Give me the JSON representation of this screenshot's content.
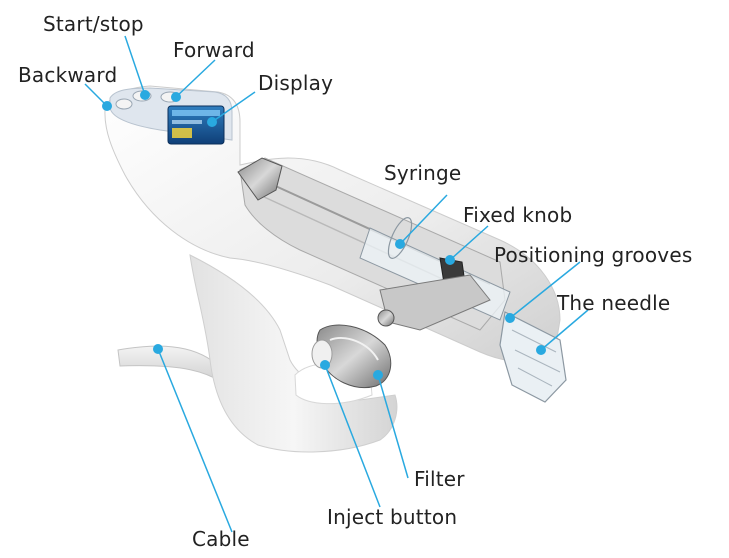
{
  "labels": {
    "start_stop": "Start/stop",
    "forward": "Forward",
    "backward": "Backward",
    "display": "Display",
    "syringe": "Syringe",
    "fixed_knob": "Fixed knob",
    "positioning_grooves": "Positioning grooves",
    "the_needle": "The needle",
    "filter": "Filter",
    "inject_button": "Inject button",
    "cable": "Cable"
  },
  "colors": {
    "callout_line": "#29a9e0",
    "callout_dot": "#29a9e0",
    "device_body": "#eeeeee",
    "label_text": "#222222"
  }
}
